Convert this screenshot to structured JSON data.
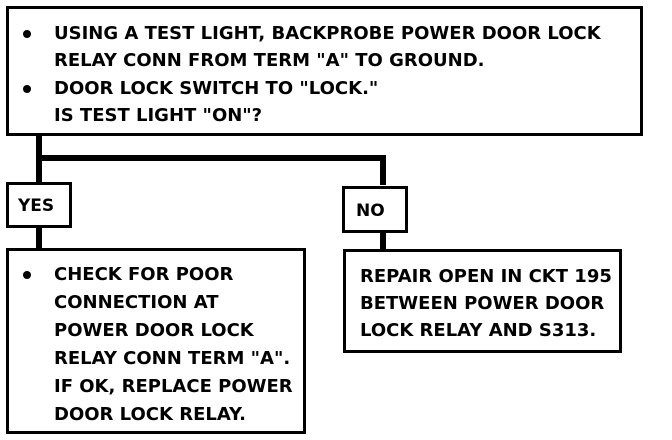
{
  "top_box": {
    "bullet1_line1": "USING A TEST LIGHT, BACKPROBE POWER DOOR LOCK",
    "bullet1_line2": "RELAY CONN FROM TERM \"A\" TO GROUND.",
    "bullet2_line1": "DOOR LOCK SWITCH TO  \"LOCK.\"",
    "question": "IS TEST LIGHT \"ON\"?"
  },
  "yes_label": "YES",
  "no_label": "NO",
  "yes_box": {
    "line1": "CHECK FOR POOR",
    "line2": "CONNECTION AT",
    "line3": "POWER DOOR LOCK",
    "line4": "RELAY CONN TERM \"A\".",
    "line5": "IF OK, REPLACE POWER",
    "line6": "DOOR LOCK RELAY."
  },
  "no_box": {
    "line1": "REPAIR OPEN IN CKT 195",
    "line2": "BETWEEN POWER DOOR",
    "line3": "LOCK RELAY AND S313."
  }
}
